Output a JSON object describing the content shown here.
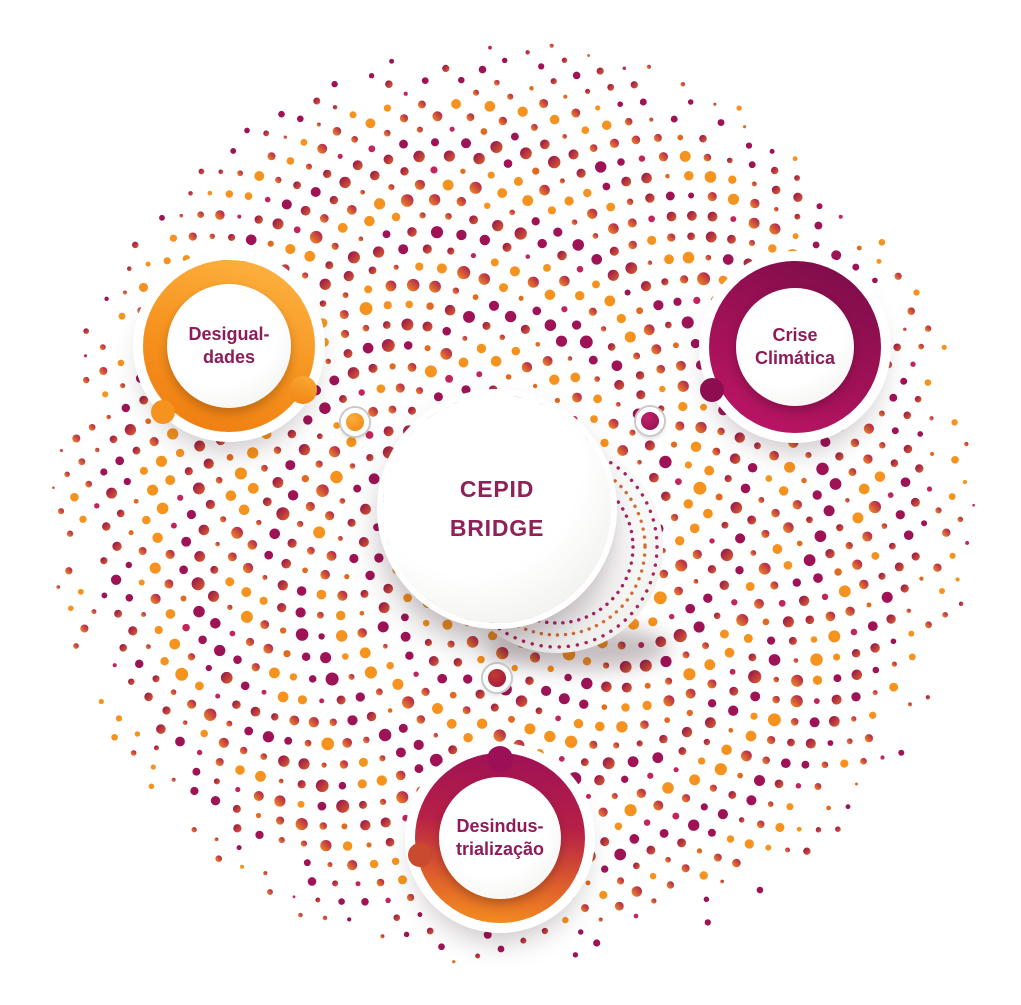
{
  "diagram": {
    "type": "radial-infographic",
    "title": {
      "line1": "CEPID",
      "line2": "BRIDGE"
    },
    "nodes": [
      {
        "id": "desigualdades",
        "line1": "Desigual-",
        "line2": "dades",
        "ring": "orange"
      },
      {
        "id": "crise-climatica",
        "line1": "Crise",
        "line2": "Climática",
        "ring": "magenta"
      },
      {
        "id": "desindustrializacao",
        "line1": "Desindus-",
        "line2": "trialização",
        "ring": "magenta-to-orange"
      }
    ],
    "palette": {
      "orange": "#F6921E",
      "magenta": "#9E1356",
      "dark_magenta": "#8E1C59",
      "center_text": "#8E2158",
      "background": "#FFFFFF"
    }
  }
}
